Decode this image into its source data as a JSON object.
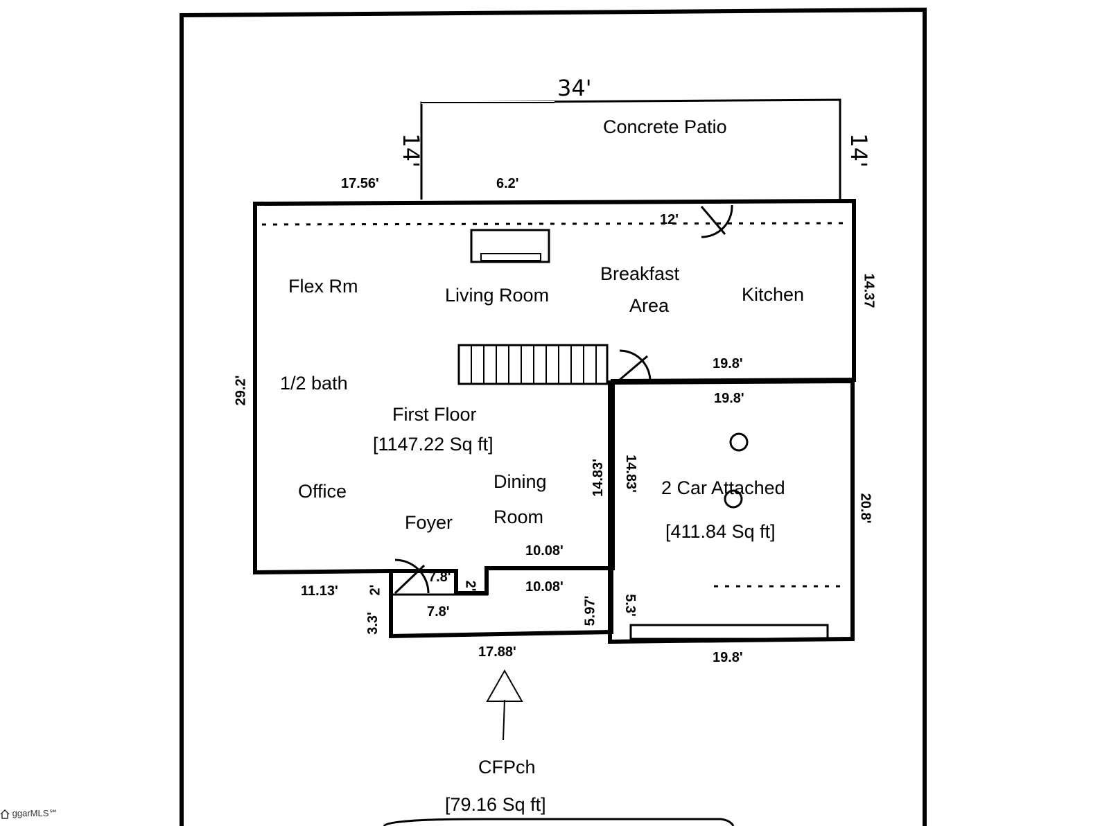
{
  "rooms": {
    "concrete_patio": "Concrete Patio",
    "flex_rm": "Flex Rm",
    "living_room": "Living Room",
    "breakfast_area_line1": "Breakfast",
    "breakfast_area_line2": "Area",
    "kitchen": "Kitchen",
    "half_bath": "1/2 bath",
    "first_floor": "First Floor",
    "first_floor_area": "[1147.22 Sq ft]",
    "office": "Office",
    "foyer": "Foyer",
    "dining_line1": "Dining",
    "dining_line2": "Room",
    "garage": "2 Car Attached",
    "garage_area": "[411.84 Sq ft]",
    "porch": "CFPch",
    "porch_area": "[79.16 Sq ft]"
  },
  "dimensions": {
    "patio_top": "34'",
    "patio_left": "14'",
    "patio_right": "14'",
    "top_left": "17.56'",
    "top_mid": "6.2'",
    "top_right": "12'",
    "right_upper": "14.37",
    "left_side": "29.2'",
    "kitchen_bottom": "19.8'",
    "garage_top": "19.8'",
    "garage_left": "14.83'",
    "dining_right": "14.83'",
    "garage_right": "20.8'",
    "dining_bottom": "10.08'",
    "bottom_left": "11.13'",
    "step_a": "2'",
    "step_b": "2'",
    "entry_top": "7.8'",
    "entry_bottom": "7.8'",
    "entry_right": "10.08'",
    "entry_side": "3.3'",
    "entry_vert": "5.97'",
    "garage_lower_left": "5.3'",
    "porch_width": "17.88'",
    "garage_bottom": "19.8'"
  },
  "watermark": "ggarMLS℠"
}
